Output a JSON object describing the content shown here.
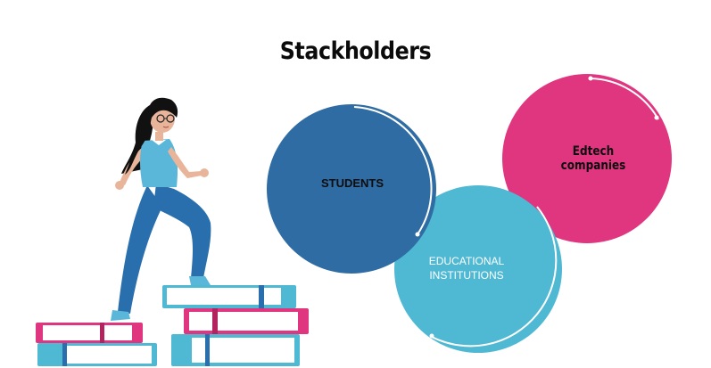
{
  "title": "Stackholders",
  "stakeholders": [
    {
      "label": "STUDENTS",
      "color": "#2f6ca3"
    },
    {
      "label": "Edtech companies",
      "color": "#e0357f"
    },
    {
      "label": "EDUCATIONAL INSTITUTIONS",
      "color": "#4fb8d3"
    }
  ],
  "colors": {
    "book_pink": "#e0357f",
    "book_blue": "#4fb8d3",
    "shirt": "#5ab7d9",
    "jeans": "#2a6fad",
    "hair": "#111111"
  }
}
